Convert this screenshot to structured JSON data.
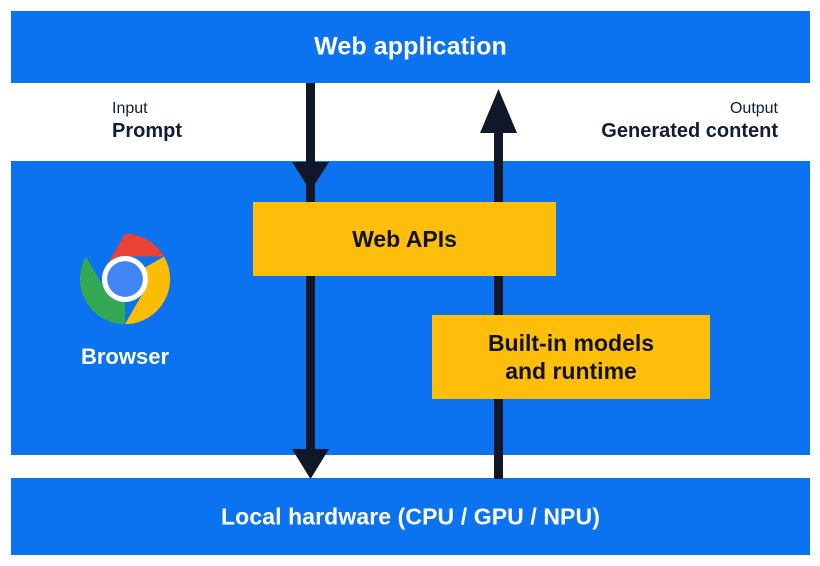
{
  "diagram": {
    "title": "Web application",
    "layers": {
      "top": {
        "label": "Web application",
        "color": "#0b72f0"
      },
      "middle": {
        "color": "#0b72f0",
        "browser": {
          "label": "Browser",
          "icon": "chrome-logo"
        },
        "boxes": [
          {
            "id": "web-apis",
            "label": "Web APIs",
            "color": "#ffbe0a"
          },
          {
            "id": "built-in-models",
            "line1": "Built-in models",
            "line2": "and runtime",
            "color": "#ffbe0a"
          }
        ]
      },
      "bottom": {
        "label": "Local hardware (CPU / GPU / NPU)",
        "color": "#0b72f0"
      }
    },
    "flows": [
      {
        "id": "input",
        "kind": "Input",
        "value": "Prompt",
        "direction": "down",
        "color": "#101728"
      },
      {
        "id": "output",
        "kind": "Output",
        "value": "Generated content",
        "direction": "up",
        "color": "#101728"
      }
    ]
  }
}
